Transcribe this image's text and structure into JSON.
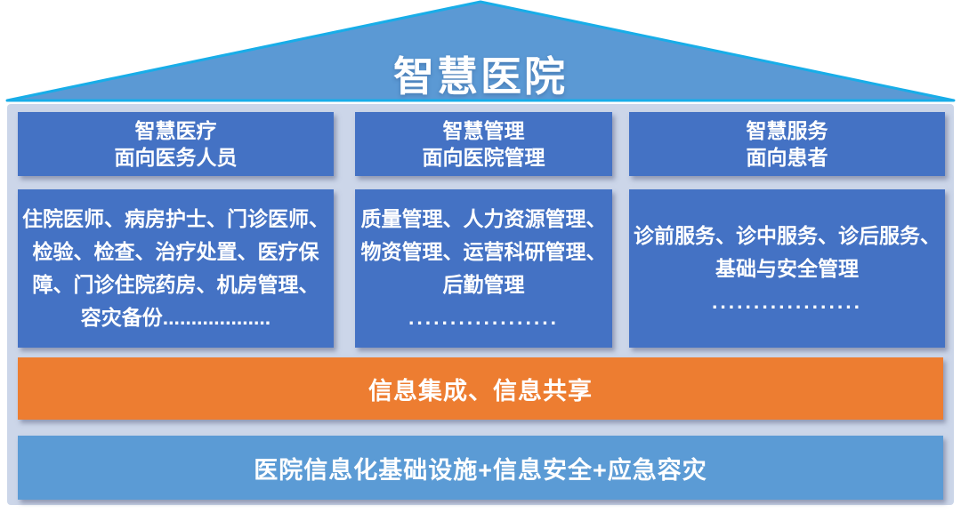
{
  "diagram": {
    "title": "智慧医院",
    "columns": [
      {
        "header_line1": "智慧医疗",
        "header_line2": "面向医务人员",
        "lines": [
          "住院医师、病房护士、门诊医师、",
          "检验、检查、治疗处置、医疗保",
          "障、门诊住院药房、机房管理、",
          "容灾备份..................."
        ]
      },
      {
        "header_line1": "智慧管理",
        "header_line2": "面向医院管理",
        "lines": [
          "质量管理、人力资源管理、",
          "物资管理、运营科研管理、",
          "后勤管理",
          ".................."
        ]
      },
      {
        "header_line1": "智慧服务",
        "header_line2": "面向患者",
        "lines": [
          "诊前服务、诊中服务、诊后服务、",
          "基础与安全管理",
          ".................."
        ]
      }
    ],
    "integration_bar": "信息集成、信息共享",
    "foundation_bar": "医院信息化基础设施+信息安全+应急容灾"
  },
  "colors": {
    "roof_fill": "#5b99d4",
    "roof_edge": "#18ade8",
    "panel_bg": "#ccd6e9",
    "box_blue": "#4472c4",
    "orange": "#ed7d31",
    "footer_blue": "#5b9bd5",
    "text_white": "#ffffff"
  }
}
